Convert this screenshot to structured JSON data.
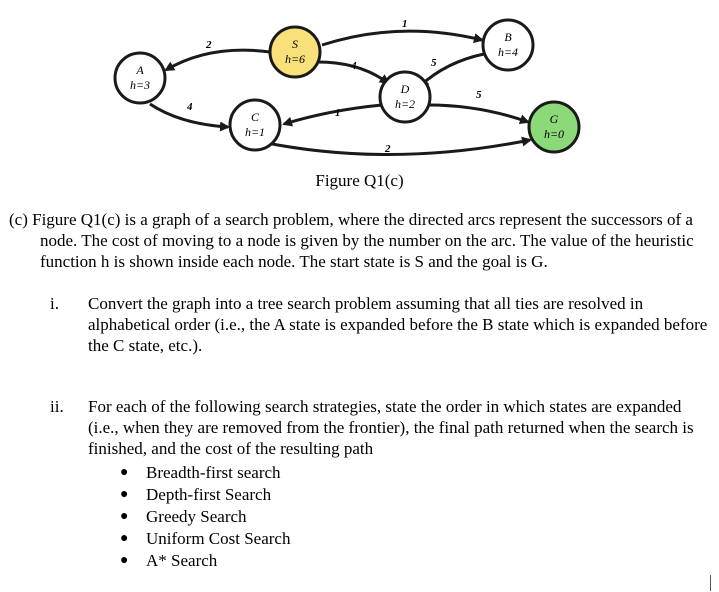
{
  "figure": {
    "caption": "Figure Q1(c)",
    "colors": {
      "start": "#f9e07a",
      "goal": "#8cd97a",
      "default": "#ffffff",
      "stroke": "#1a1a1a"
    },
    "nodes": [
      {
        "id": "S",
        "name": "S",
        "h": "h=6"
      },
      {
        "id": "A",
        "name": "A",
        "h": "h=3"
      },
      {
        "id": "B",
        "name": "B",
        "h": "h=4"
      },
      {
        "id": "C",
        "name": "C",
        "h": "h=1"
      },
      {
        "id": "D",
        "name": "D",
        "h": "h=2"
      },
      {
        "id": "G",
        "name": "G",
        "h": "h=0"
      }
    ],
    "edges": [
      {
        "from": "S",
        "to": "A",
        "cost": "2"
      },
      {
        "from": "S",
        "to": "B",
        "cost": "1"
      },
      {
        "from": "S",
        "to": "D",
        "cost": "4"
      },
      {
        "from": "B",
        "to": "D",
        "cost": "5"
      },
      {
        "from": "A",
        "to": "C",
        "cost": "4"
      },
      {
        "from": "D",
        "to": "C",
        "cost": "1"
      },
      {
        "from": "C",
        "to": "G",
        "cost": "2"
      },
      {
        "from": "D",
        "to": "G",
        "cost": "5"
      }
    ]
  },
  "question": {
    "part_c": "(c) Figure Q1(c) is a graph of a search problem, where the directed arcs represent the successors of a node. The cost of moving to a node is given by the number on the arc. The value of the heuristic function h is shown inside each node. The start state is S and the goal is G.",
    "item_i": {
      "number": "i.",
      "text": "Convert the graph into a tree search problem assuming that all ties are resolved in alphabetical order (i.e., the A state is expanded before the B state which is expanded before the C state, etc.)."
    },
    "item_ii": {
      "number": "ii.",
      "text": "For each of the following search strategies, state the order in which states are expanded (i.e., when they are removed from the frontier), the final path returned when the search is finished, and the cost of the resulting path",
      "strategies": [
        "Breadth-first search",
        "Depth-first Search",
        "Greedy Search",
        "Uniform Cost Search",
        "A* Search"
      ]
    }
  }
}
